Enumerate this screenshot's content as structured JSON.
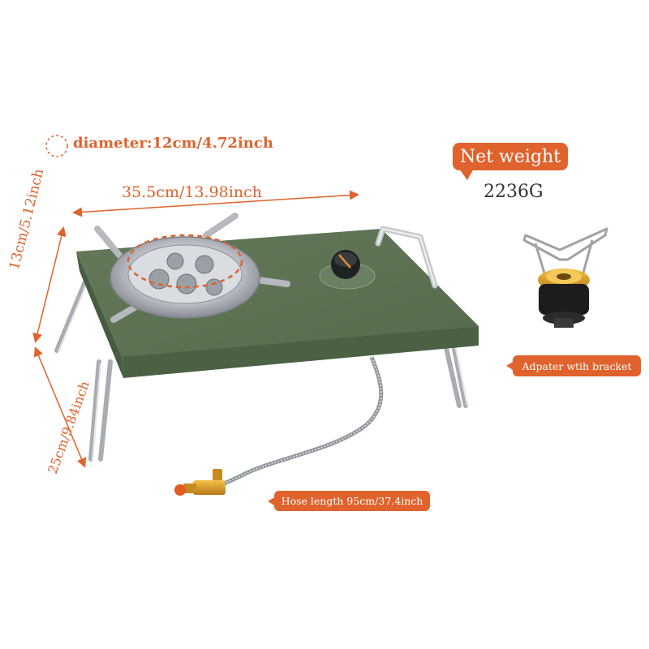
{
  "annotations": {
    "diameter": "diameter:12cm/4.72inch",
    "width": "35.5cm/13.98inch",
    "depth": "13cm/5.12inch",
    "height": "25cm/9.84inch",
    "net_weight_label": "Net  weight",
    "net_weight_value": "2236G",
    "adapter_label": "Adpater wtih bracket",
    "hose_label": "Hose length 95cm/37.4inch"
  },
  "colors": {
    "accent": "#e0622c",
    "table_top": "#5d7453",
    "table_front": "#4e6446",
    "metal": "#c9ccd0",
    "brass": "#d99a2a"
  }
}
